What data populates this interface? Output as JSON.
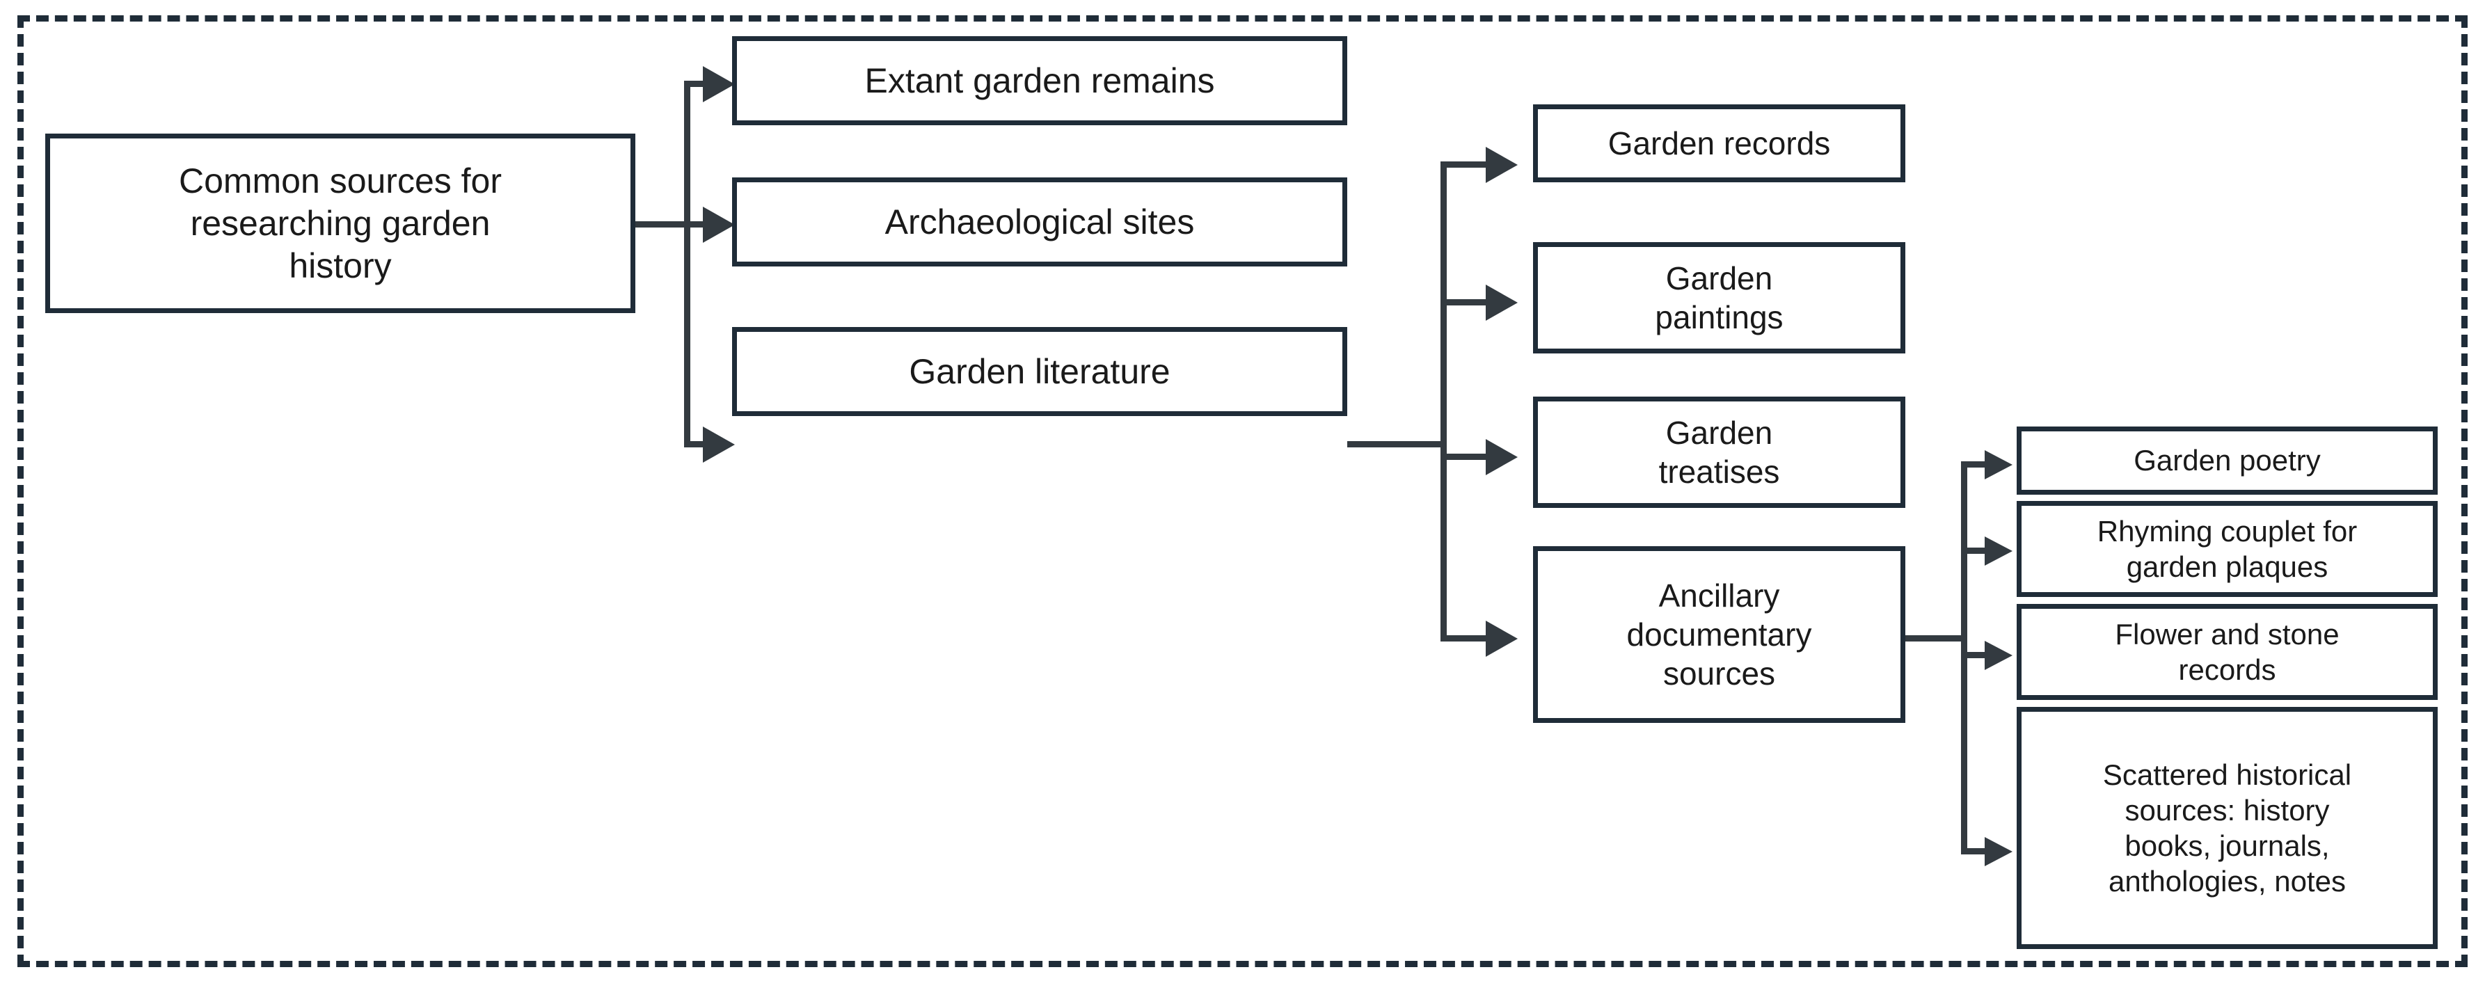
{
  "diagram": {
    "title_node": "Common sources for researching garden history",
    "frame_style": "dashed-border",
    "accent_color": "#1f2c38",
    "connector_color": "#333a40",
    "background_color": "#ffffff",
    "levels": [
      {
        "level": 1,
        "nodes": [
          {
            "id": "root",
            "label": "Common sources for\nresearching garden\nhistory"
          }
        ]
      },
      {
        "level": 2,
        "nodes": [
          {
            "id": "extant",
            "label": "Extant garden remains"
          },
          {
            "id": "archaeo",
            "label": "Archaeological sites"
          },
          {
            "id": "literature",
            "label": "Garden literature"
          }
        ]
      },
      {
        "level": 3,
        "nodes": [
          {
            "id": "records",
            "label": "Garden records"
          },
          {
            "id": "paintings",
            "label": "Garden\npaintings"
          },
          {
            "id": "treatises",
            "label": "Garden\ntreatises"
          },
          {
            "id": "ancillary",
            "label": "Ancillary\ndocumentary\nsources"
          }
        ]
      },
      {
        "level": 4,
        "nodes": [
          {
            "id": "poetry",
            "label": "Garden poetry"
          },
          {
            "id": "couplet",
            "label": "Rhyming couplet for\ngarden plaques"
          },
          {
            "id": "flowerstone",
            "label": "Flower and stone\nrecords"
          },
          {
            "id": "scattered",
            "label": "Scattered historical\nsources: history\nbooks, journals,\nanthologies, notes"
          }
        ]
      }
    ],
    "edges": [
      {
        "from": "root",
        "to": "extant"
      },
      {
        "from": "root",
        "to": "archaeo"
      },
      {
        "from": "root",
        "to": "literature"
      },
      {
        "from": "literature",
        "to": "records"
      },
      {
        "from": "literature",
        "to": "paintings"
      },
      {
        "from": "literature",
        "to": "treatises"
      },
      {
        "from": "literature",
        "to": "ancillary"
      },
      {
        "from": "ancillary",
        "to": "poetry"
      },
      {
        "from": "ancillary",
        "to": "couplet"
      },
      {
        "from": "ancillary",
        "to": "flowerstone"
      },
      {
        "from": "ancillary",
        "to": "scattered"
      }
    ]
  }
}
